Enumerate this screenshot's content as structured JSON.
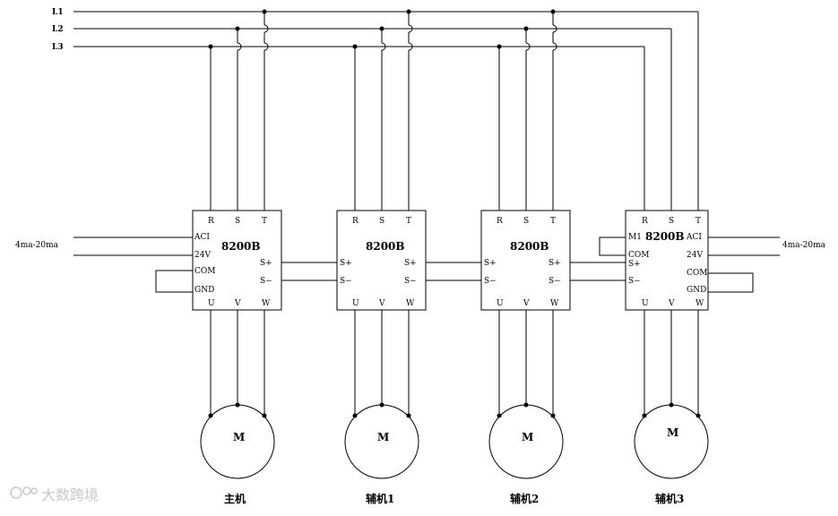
{
  "supply_lines": [
    "L1",
    "L2",
    "L3"
  ],
  "inverter_model": "8200B",
  "terminals": {
    "input": [
      "R",
      "S",
      "T"
    ],
    "output": [
      "U",
      "V",
      "W"
    ],
    "s_plus": "S+",
    "s_minus": "S−",
    "aci": "ACI",
    "v24": "24V",
    "com": "COM",
    "gnd": "GND",
    "m1": "M1"
  },
  "analog_signal_left": "4ma-20ma",
  "analog_signal_right": "4ma-20ma",
  "motor_label": "M",
  "drives": [
    "主机",
    "辅机1",
    "辅机2",
    "辅机3"
  ],
  "watermark": "大数跨境"
}
